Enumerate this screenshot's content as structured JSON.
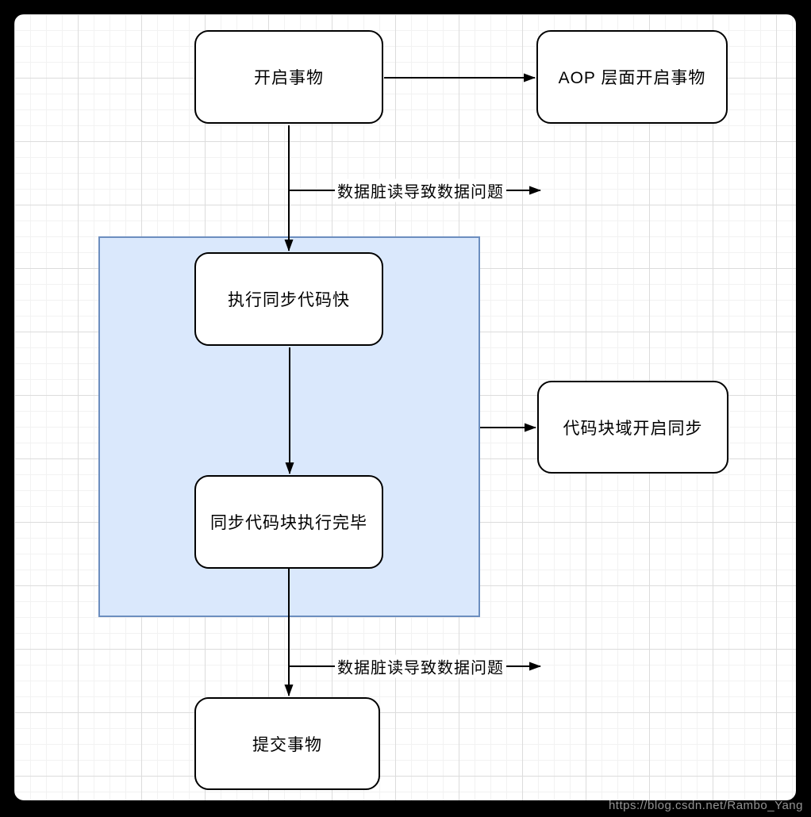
{
  "diagram": {
    "nodes": {
      "start": {
        "label": "开启事物"
      },
      "aop": {
        "label": "AOP 层面开启事物"
      },
      "exec_sync": {
        "label": "执行同步代码快"
      },
      "sync_done": {
        "label": "同步代码块执行完毕"
      },
      "code_block": {
        "label": "代码块域开启同步"
      },
      "commit": {
        "label": "提交事物"
      }
    },
    "edges": {
      "dirty_read_top": {
        "label": "数据脏读导致数据问题"
      },
      "dirty_read_bottom": {
        "label": "数据脏读导致数据问题"
      }
    }
  },
  "watermark": {
    "text": "https://blog.csdn.net/Rambo_Yang"
  },
  "colors": {
    "frame_color": "#000000",
    "grid_minor": "#f2f2f2",
    "grid_major": "#dcdcdc",
    "container_fill": "#dae8fc",
    "container_border": "#6c8ebf",
    "node_border": "#000000",
    "edge_color": "#000000",
    "watermark_color": "#b9b9b9"
  }
}
